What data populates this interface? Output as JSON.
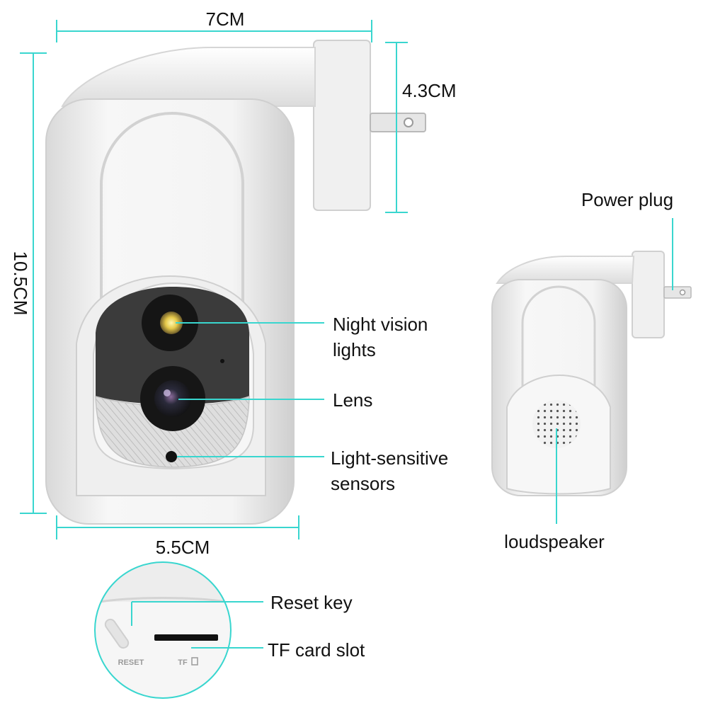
{
  "colors": {
    "accent": "#39d6cf",
    "body": "#f2f2f2",
    "lens_panel": "#3b3b3b"
  },
  "dimensions": {
    "width_top": "7CM",
    "height_right": "4.3CM",
    "height_left": "10.5CM",
    "width_bottom": "5.5CM"
  },
  "callouts": {
    "night_vision": [
      "Night vision",
      "lights"
    ],
    "lens": "Lens",
    "light_sensor": [
      "Light-sensitive",
      "sensors"
    ],
    "power_plug": "Power plug",
    "loudspeaker": "loudspeaker",
    "reset_key": "Reset key",
    "tf_card_slot": "TF card slot"
  },
  "device_markings": {
    "reset": "RESET",
    "tf": "TF"
  }
}
